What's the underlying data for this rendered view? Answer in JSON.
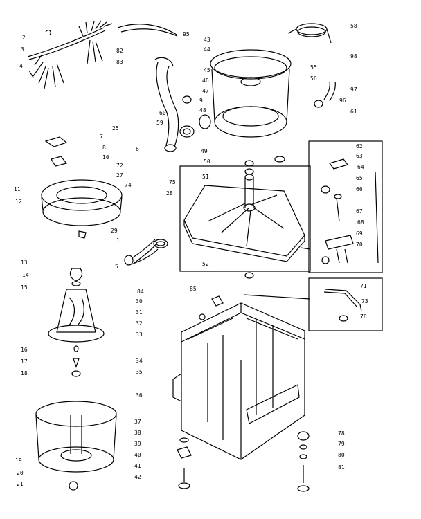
{
  "callouts": [
    "1",
    "2",
    "3",
    "4",
    "5",
    "6",
    "7",
    "8",
    "9",
    "10",
    "11",
    "12",
    "13",
    "14",
    "15",
    "16",
    "17",
    "18",
    "19",
    "20",
    "21",
    "25",
    "27",
    "28",
    "29",
    "30",
    "31",
    "32",
    "33",
    "34",
    "35",
    "36",
    "37",
    "38",
    "39",
    "40",
    "41",
    "42",
    "43",
    "44",
    "45",
    "46",
    "47",
    "48",
    "49",
    "50",
    "51",
    "52",
    "55",
    "56",
    "58",
    "59",
    "60",
    "61",
    "62",
    "63",
    "64",
    "65",
    "66",
    "67",
    "68",
    "69",
    "70",
    "71",
    "72",
    "73",
    "74",
    "75",
    "76",
    "78",
    "79",
    "80",
    "81",
    "82",
    "83",
    "84",
    "85",
    "95",
    "96",
    "97",
    "98"
  ]
}
